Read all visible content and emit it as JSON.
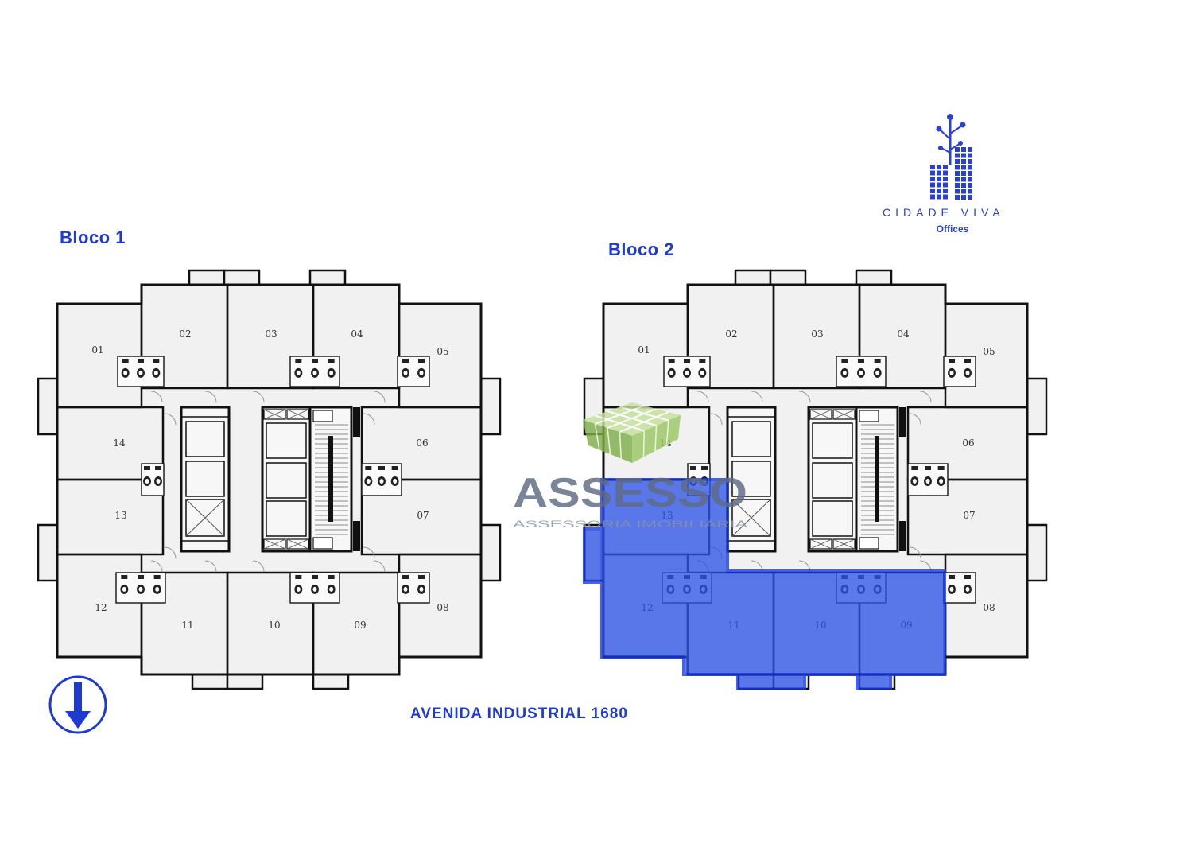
{
  "logo": {
    "icon": "building-tree-icon",
    "name": "CIDADE VIVA",
    "subtitle": "Offices"
  },
  "blocks": [
    {
      "title": "Bloco 1",
      "units": [
        "01",
        "02",
        "03",
        "04",
        "05",
        "14",
        "06",
        "13",
        "07",
        "12",
        "11",
        "10",
        "09",
        "08"
      ],
      "highlighted_units": []
    },
    {
      "title": "Bloco 2",
      "units": [
        "01",
        "02",
        "03",
        "04",
        "05",
        "14",
        "06",
        "13",
        "07",
        "12",
        "11",
        "10",
        "09",
        "08"
      ],
      "highlighted_units": [
        "12",
        "11",
        "10",
        "09"
      ]
    }
  ],
  "street": "AVENIDA INDUSTRIAL 1680",
  "north_arrow": {
    "icon": "north-arrow-icon",
    "direction": "down"
  },
  "watermark": {
    "icon": "cube-grid-icon",
    "name": "ASSESSO",
    "tagline": "ASSESSORIA IMOBILIÁRIA"
  },
  "colors": {
    "title_blue": "#1f3ad0",
    "highlight": "#2f55e8",
    "highlight_border": "#1638e6",
    "plan_fill": "#f1f1f1",
    "wall": "#111111",
    "watermark_text": "#5f6b85",
    "watermark_green": "#8fbf5a"
  }
}
